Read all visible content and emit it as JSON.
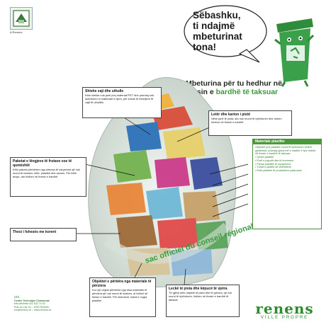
{
  "logo_caption": "A Renens",
  "bubble_text": [
    "Sëbashku,",
    "ti ndajmë",
    "mbeturinat",
    "tona!"
  ],
  "headline": {
    "line1": "Mbeturina për tu hedhur në",
    "line2_a": "thesin e ",
    "line2_b": "bardhë të taksuar"
  },
  "boxes": {
    "shishe": {
      "title": "Shishe vaji dhe uthulle",
      "body": "Këto shishe nuk janë prej materiali PET dhe prandaj nuk ripërdoren si materialet e tjera, për shkak të mbetjeve të vajit të uthullës."
    },
    "letra": {
      "title": "Letër dhe karton i pistë",
      "body": "Nëse janë të pista, ato nuk mund të ripërdoren dhe duhen hedhur në thesin e bardhë."
    },
    "paketa": {
      "title": "Paketat e lëngjeve të frutave ose të qumështit",
      "body": "Këto paketa përbëhen nga shtresa të ndryshme që nuk mund të ndahen: letër, plastikë dhe alumin. Për këtë arsye, ato hidhen në thesin e bardhë."
    },
    "thesi": {
      "title": "Thesi i fshesës me korent",
      "body": ""
    },
    "objektet": {
      "title": "Objektet e përbëra nga materiale të përziera",
      "body": "Kur një objekt përbëhet nga disa materiale të përziera që nuk mund të ndahen, ai hidhet në thesin e bardhë. Për shembull, lodrat e vogla plastike."
    },
    "lecket": {
      "title": "Leckë të pista dhe këpucë të vjetra",
      "body": "Të gjitha këto objekte të pista dhe të grisura, që nuk mund të ripërdoren, hidhen në thesin e bardhë të taksuar."
    }
  },
  "plastics": {
    "title": "Materiale plastike",
    "body": "Objektet prej plastike mund të ripërdoren vetëm pjesërisht, prandaj pjesa më e madhe e tyre hidhet në thesin e bardhë të taksuar.",
    "items": [
      "Qeset plastike",
      "Enët e jogurtit dhe të kremrave",
      "Filmat plastikë të ushqimeve",
      "Tubat e pastës së dhëmbëve",
      "Enët plastike të produkteve pastruese"
    ]
  },
  "footer": [
    "CTC",
    "Centre Technique Communal",
    "Info-déchets 021 632 74 02",
    "Rue du Lac 14 – 1020 Renens",
    "ctc@renens.ch – www.renens.ch"
  ],
  "bag_text": "sac officiel du conseil régional",
  "brand": {
    "name": "renens",
    "sub": "VILLE PROPRE"
  },
  "colors": {
    "accent": "#3a9b3a",
    "box_border": "#444444",
    "green_header": "#4a9a3a"
  }
}
